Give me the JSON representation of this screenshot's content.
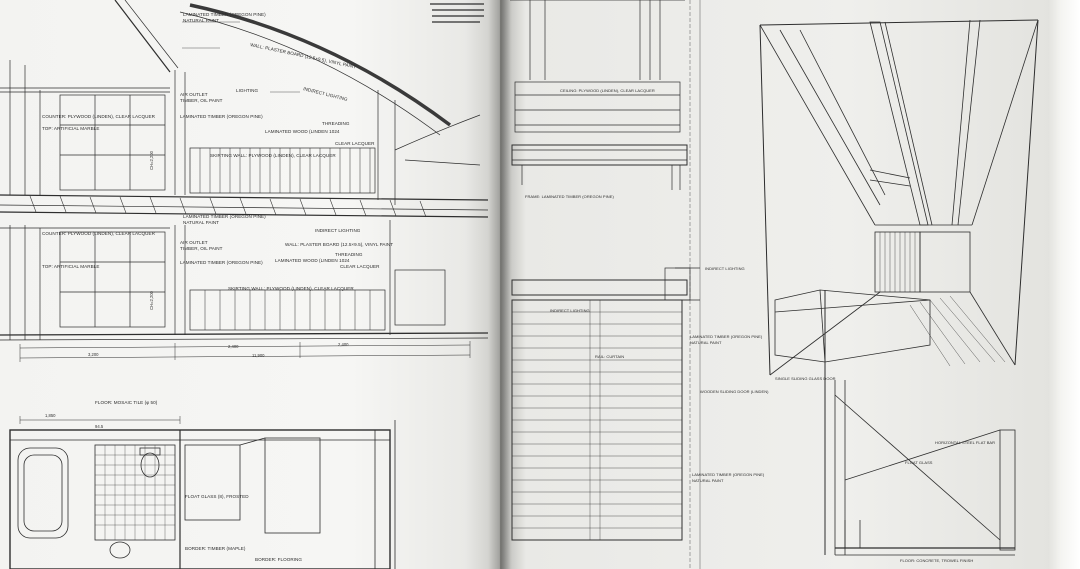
{
  "left_page": {
    "upper_section": {
      "labels": [
        "LAMINATED TIMBER (OREGON PINE)",
        "NATURAL PAINT",
        "WALL: PLASTER BOARD (12.5×9.5), VINYL PAINT",
        "INDIRECT LIGHTING",
        "LIGHTING",
        "AIR OUTLET",
        "TIMBER, OIL PAINT",
        "LAMINATED TIMBER (OREGON PINE)",
        "THREADING",
        "LAMINATED WOOD (LINDEN 1024",
        "CLEAR LACQUER",
        "COUNTER: PLYWOOD (LINDEN), CLEAR LACQUER",
        "TOP: ARTIFICIAL MARBLE",
        "SKIRTING WALL: PLYWOOD (LINDEN), CLEAR LACQUER"
      ]
    },
    "middle_section": {
      "labels": [
        "LAMINATED TIMBER (OREGON PINE)",
        "NATURAL PAINT",
        "INDIRECT LIGHTING",
        "AIR OUTLET",
        "TIMBER, OIL PAINT",
        "WALL: PLASTER BOARD (12.5×9.5), VINYL PAINT",
        "LAMINATED TIMBER (OREGON PINE)",
        "THREADING",
        "LAMINATED WOOD (LINDEN 1024",
        "CLEAR LACQUER",
        "COUNTER: PLYWOOD (LINDEN), CLEAR LACQUER",
        "TOP: ARTIFICIAL MARBLE",
        "SKIRTING WALL: PLYWOOD (LINDEN), CLEAR LACQUER"
      ]
    },
    "dimensions": [
      "3,200",
      "2,400",
      "11,900",
      "2,400",
      "CH=2,200"
    ],
    "plan_labels": [
      "FLOOR: MOSAIC TILE (φ 50)",
      "FLOAT GLASS (8), FROSTED",
      "BORDER: TIMBER (MAPLE)",
      "BORDER: FLOORING"
    ],
    "plan_dimensions": [
      "1,850",
      "94.5"
    ]
  },
  "right_page": {
    "left_column_labels": [
      "CEILING: PLYWOOD (LINDEN), CLEAR LACQUER",
      "FRAME: LAMINATED TIMBER (OREGON PINE)",
      "INDIRECT LIGHTING",
      "RAIL: CURTAIN"
    ],
    "right_column_labels": [
      "INDIRECT LIGHTING",
      "LAMINATED TIMBER (OREGON PINE)",
      "NATURAL PAINT",
      "WOODEN SLIDING DOOR (LINDEN)",
      "SINGLE SLIDING GLASS DOOR",
      "HORIZONTAL STEEL FLAT BAR",
      "FLOAT GLASS",
      "LAMINATED TIMBER (OREGON PINE)",
      "NATURAL PAINT",
      "FLOOR: CONCRETE, TROWEL FINISH"
    ]
  }
}
